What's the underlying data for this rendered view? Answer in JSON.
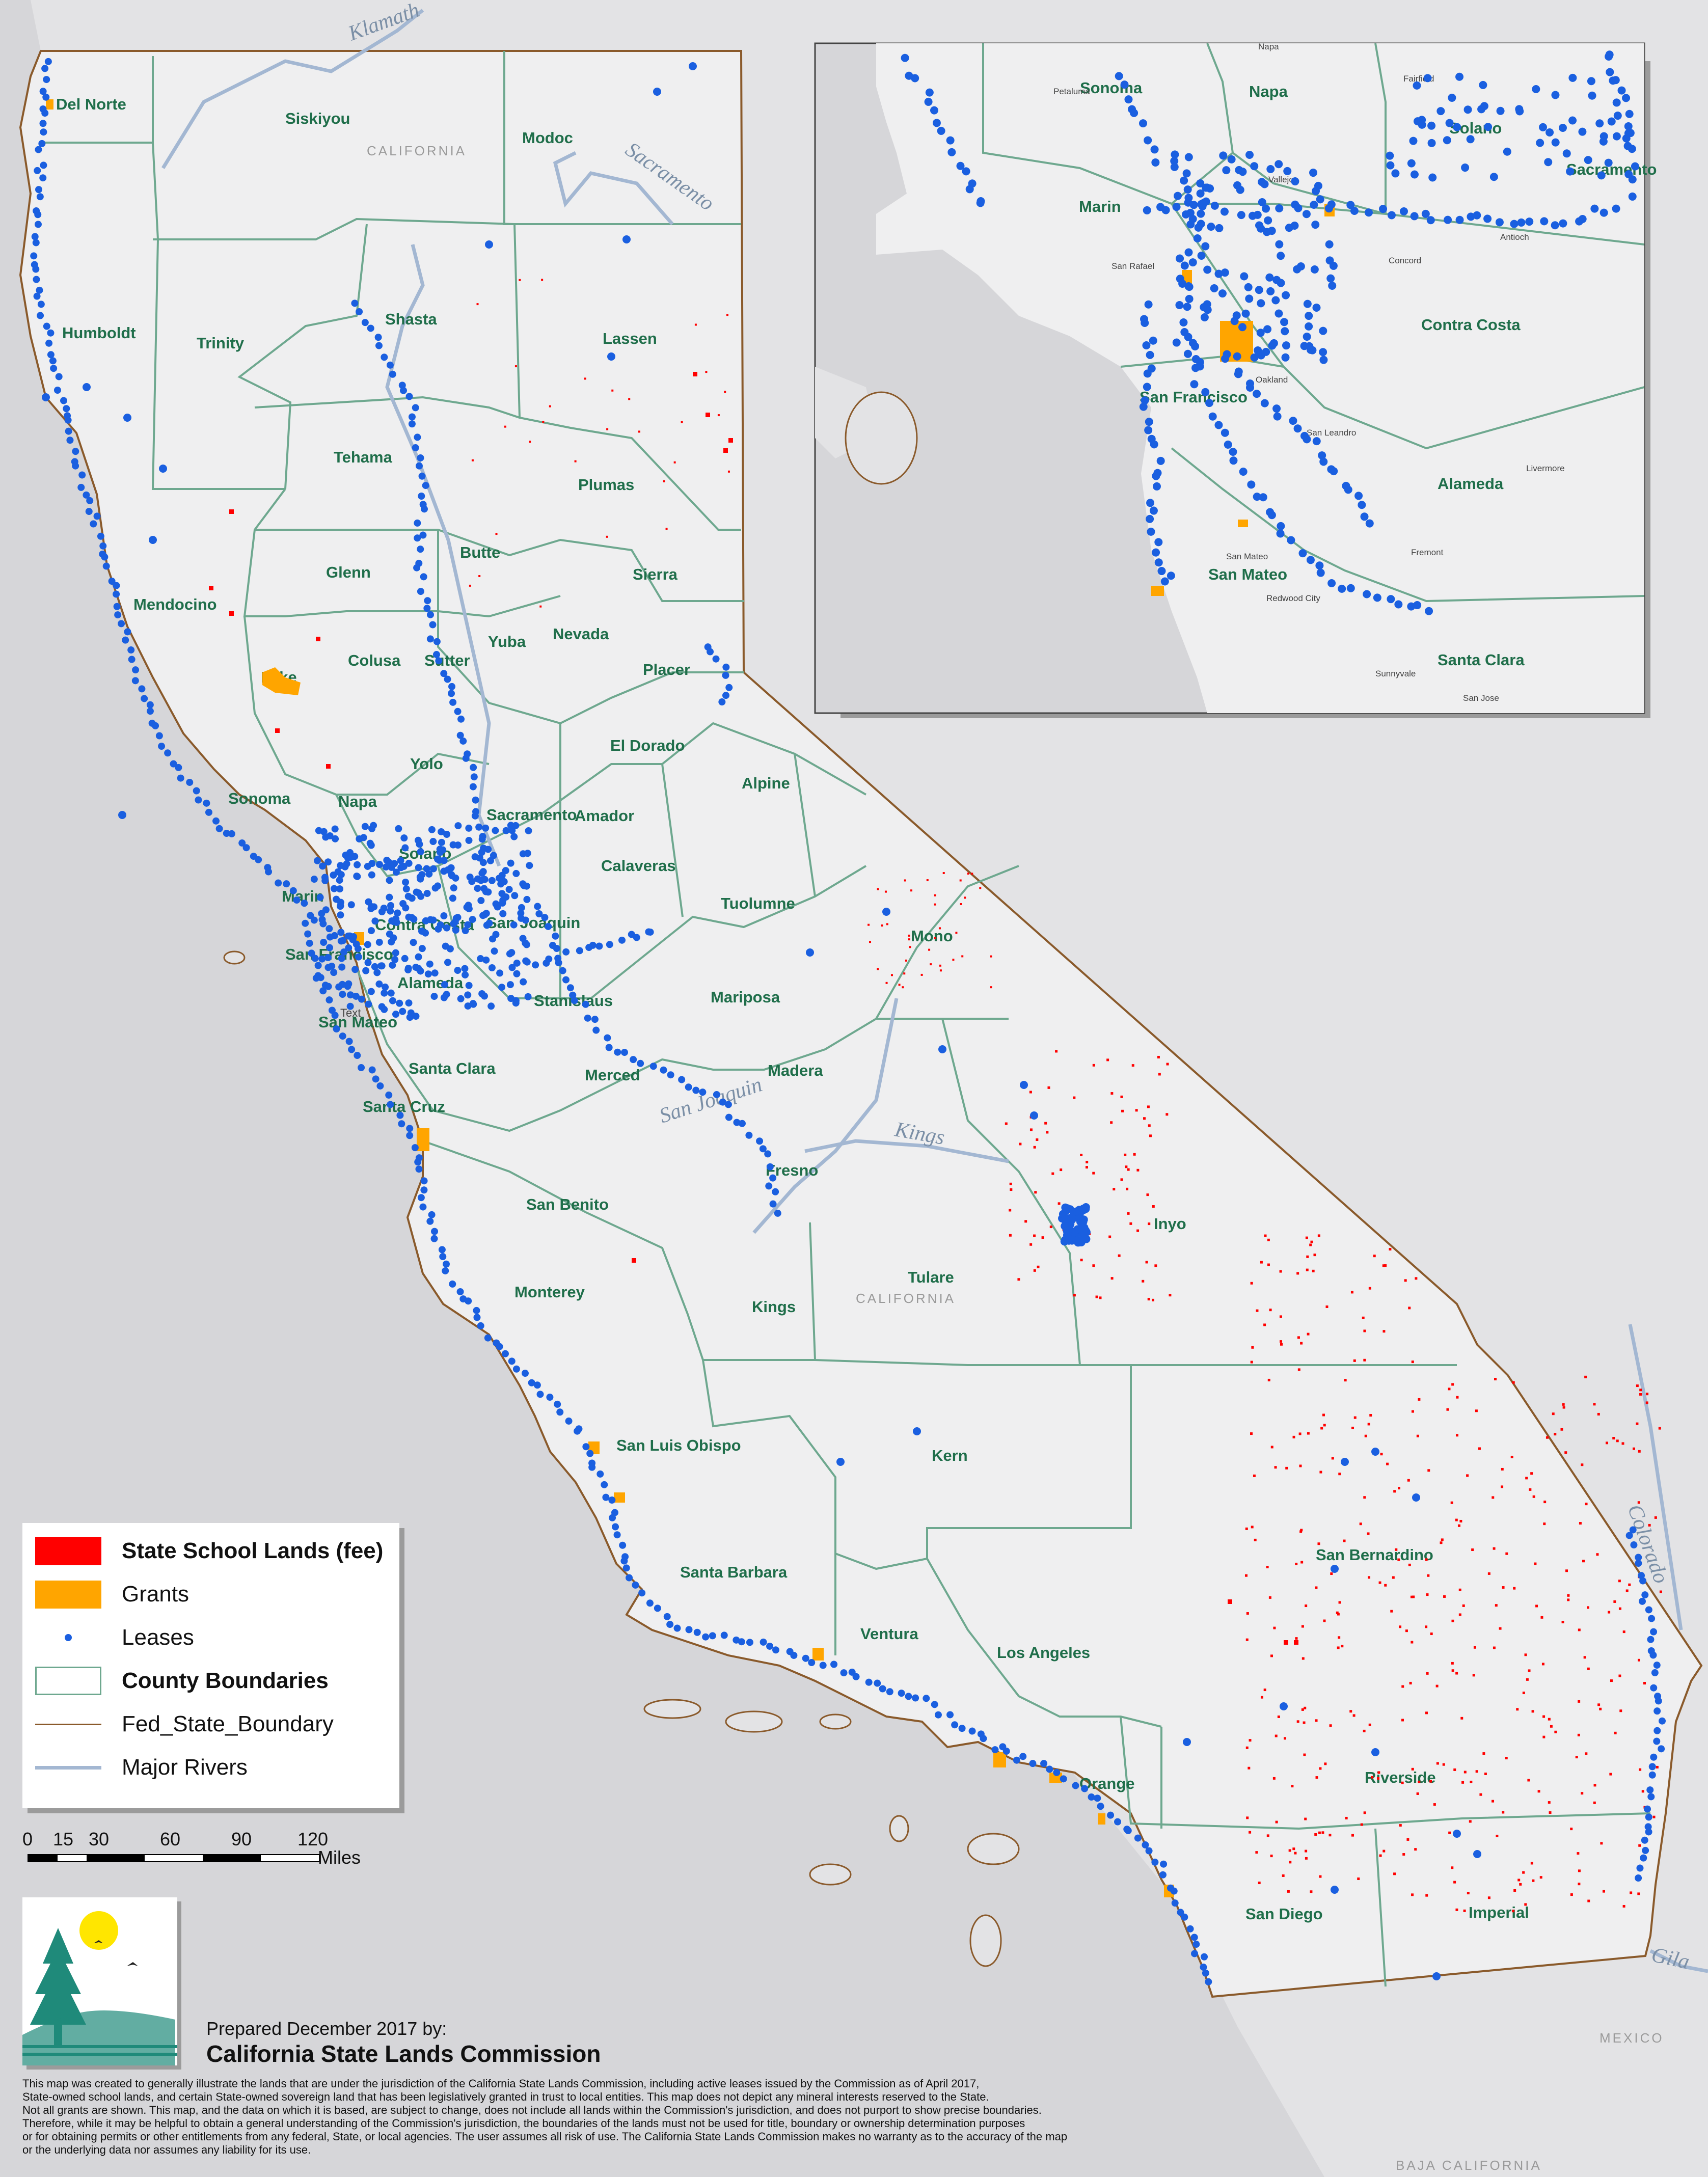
{
  "colors": {
    "water": "#d6d6d9",
    "land": "#efeff0",
    "county_boundary": "#6ea88f",
    "fed_state_boundary": "#8a5a2b",
    "rivers": "#a3b7d2",
    "leases": "#1a5fe0",
    "grants": "#ffa500",
    "school_lands": "#ff0000",
    "label_green": "#1f6e4a"
  },
  "map": {
    "state_label": "CALIFORNIA",
    "mexico_label": "MEXICO",
    "baja_label": "BAJA CALIFORNIA",
    "counties": [
      "Del Norte",
      "Siskiyou",
      "Modoc",
      "Humboldt",
      "Trinity",
      "Shasta",
      "Lassen",
      "Tehama",
      "Plumas",
      "Butte",
      "Glenn",
      "Sierra",
      "Mendocino",
      "Nevada",
      "Colusa",
      "Sutter",
      "Yuba",
      "Placer",
      "Lake",
      "El Dorado",
      "Yolo",
      "Napa",
      "Sonoma",
      "Alpine",
      "Sacramento",
      "Amador",
      "Solano",
      "Calaveras",
      "Marin",
      "Contra Costa",
      "San Joaquin",
      "Tuolumne",
      "Mono",
      "San Francisco",
      "Alameda",
      "Stanislaus",
      "Mariposa",
      "San Mateo",
      "Santa Clara",
      "Merced",
      "Madera",
      "Santa Cruz",
      "Fresno",
      "Inyo",
      "San Benito",
      "Tulare",
      "Monterey",
      "Kings",
      "San Luis Obispo",
      "Kern",
      "Santa Barbara",
      "San Bernardino",
      "Ventura",
      "Los Angeles",
      "Orange",
      "Riverside",
      "San Diego",
      "Imperial"
    ],
    "rivers": [
      "Klamath",
      "Sacramento",
      "San Joaquin",
      "Kings",
      "Colorado",
      "Gila"
    ],
    "text_marker": "Text"
  },
  "inset": {
    "counties": [
      "Sonoma",
      "Napa",
      "Solano",
      "Sacramento",
      "Marin",
      "Contra Costa",
      "San Francisco",
      "Alameda",
      "San Mateo",
      "Santa Clara"
    ],
    "places": [
      "Petaluma",
      "Napa",
      "Fairfield",
      "Vallejo",
      "San Rafael",
      "Antioch",
      "Concord",
      "Oakland",
      "San Leandro",
      "Livermore",
      "San Mateo",
      "Fremont",
      "Redwood City",
      "Sunnyvale",
      "San Jose"
    ]
  },
  "legend": {
    "items": [
      {
        "label": "State School Lands (fee)",
        "symbol": "red-fill"
      },
      {
        "label": "Grants",
        "symbol": "orange-fill"
      },
      {
        "label": "Leases",
        "symbol": "blue-dot"
      },
      {
        "label": "County Boundaries",
        "symbol": "green-outline"
      },
      {
        "label": "Fed_State_Boundary",
        "symbol": "brown-line"
      },
      {
        "label": "Major Rivers",
        "symbol": "blue-line"
      }
    ]
  },
  "scale": {
    "ticks": [
      "0",
      "15",
      "30",
      "60",
      "90",
      "120"
    ],
    "unit": "Miles"
  },
  "footer": {
    "prepared": "Prepared December 2017 by:",
    "commission": "California State Lands Commission",
    "disclaimer": [
      "This map was created to generally illustrate the lands that are under the jurisdiction of the California State Lands Commission, including active leases issued by the Commission as of April 2017,",
      "State-owned school lands, and certain State-owned sovereign land that has been legislatively granted in trust to local entities. This map does not depict any mineral interests reserved to the State.",
      "Not all grants are shown. This map, and the data on which it is based, are subject to change, does not include all lands within the Commission's jurisdiction, and does not purport to show precise boundaries.",
      "Therefore, while it may be helpful to obtain a general understanding of the Commission's jurisdiction, the boundaries of the lands must not be used for title, boundary or ownership determination purposes",
      "or for obtaining permits or other entitlements from any federal, State, or local agencies. The user assumes all risk of use. The California State Lands Commission makes no warranty as to the accuracy of the map",
      "or the underlying data nor assumes any liability for its use."
    ]
  }
}
